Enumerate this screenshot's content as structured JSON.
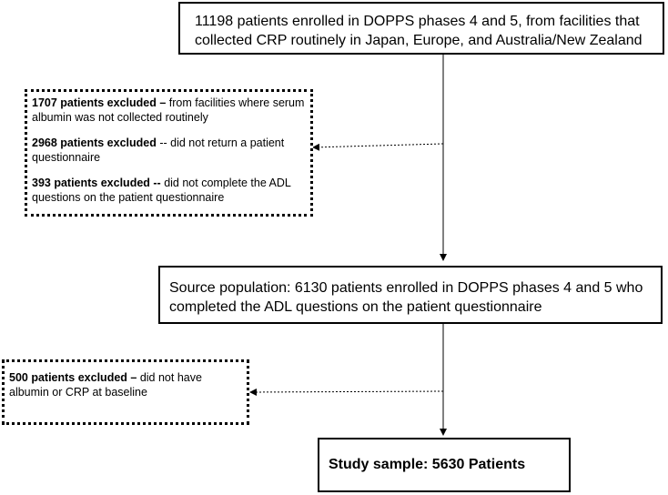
{
  "top_box": {
    "text": "11198 patients enrolled in DOPPS phases 4 and 5, from facilities that collected CRP routinely in Japan, Europe, and Australia/New Zealand"
  },
  "exclusion_1": {
    "items": [
      {
        "bold": "1707 patients excluded –",
        "text": " from facilities where serum albumin was not collected routinely"
      },
      {
        "bold": "2968 patients excluded",
        "text": " -- did not return a patient questionnaire"
      },
      {
        "bold": "393 patients excluded --",
        "text": " did not complete the ADL questions on the patient questionnaire"
      }
    ]
  },
  "source_box": {
    "text": "Source population: 6130 patients enrolled in DOPPS phases 4 and 5 who completed the ADL questions on the patient questionnaire"
  },
  "exclusion_2": {
    "items": [
      {
        "bold": "500 patients excluded –",
        "text": " did not have albumin or CRP at baseline"
      }
    ]
  },
  "study_box": {
    "text": "Study sample: 5630 Patients"
  }
}
